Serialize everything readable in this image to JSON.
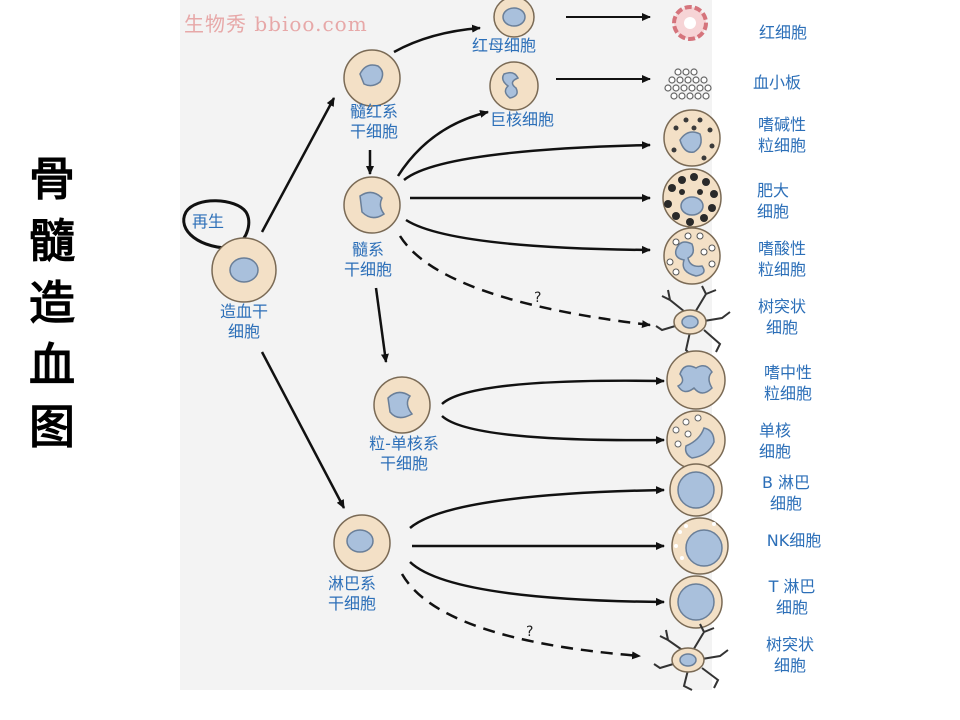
{
  "watermark": "生物秀 bbioo.com",
  "title_chars": [
    "骨",
    "髓",
    "造",
    "血",
    "图"
  ],
  "stem": {
    "regen": "再生",
    "l1": "造血干",
    "l2": "细胞"
  },
  "myeloid_erythroid": {
    "l1": "髓红系",
    "l2": "干细胞"
  },
  "myeloid": {
    "l1": "髓系",
    "l2": "干细胞"
  },
  "granulo_mono": {
    "l1": "粒-单核系",
    "l2": "干细胞"
  },
  "lymphoid": {
    "l1": "淋巴系",
    "l2": "干细胞"
  },
  "erythroblast": "红母细胞",
  "megakaryocyte": "巨核细胞",
  "unknown_mark": "?",
  "outputs": {
    "rbc": [
      "红细胞"
    ],
    "platelet": [
      "血小板"
    ],
    "basophil": [
      "嗜碱性",
      "粒细胞"
    ],
    "mast": [
      "肥大",
      "细胞"
    ],
    "eosinophil": [
      "嗜酸性",
      "粒细胞"
    ],
    "dendritic1": [
      "树突状",
      "细胞"
    ],
    "neutrophil": [
      "嗜中性",
      "粒细胞"
    ],
    "monocyte": [
      "单核",
      "细胞"
    ],
    "bcell": [
      "B 淋巴",
      "细胞"
    ],
    "nk": [
      "NK细胞"
    ],
    "tcell": [
      "T 淋巴",
      "细胞"
    ],
    "dendritic2": [
      "树突状",
      "细胞"
    ]
  },
  "colors": {
    "cell_fill": "#f3e0c6",
    "cell_stroke": "#7a6a55",
    "nucleus_fill": "#a9c0dc",
    "label": "#2c6fb8",
    "watermark": "#e7a8a8"
  }
}
